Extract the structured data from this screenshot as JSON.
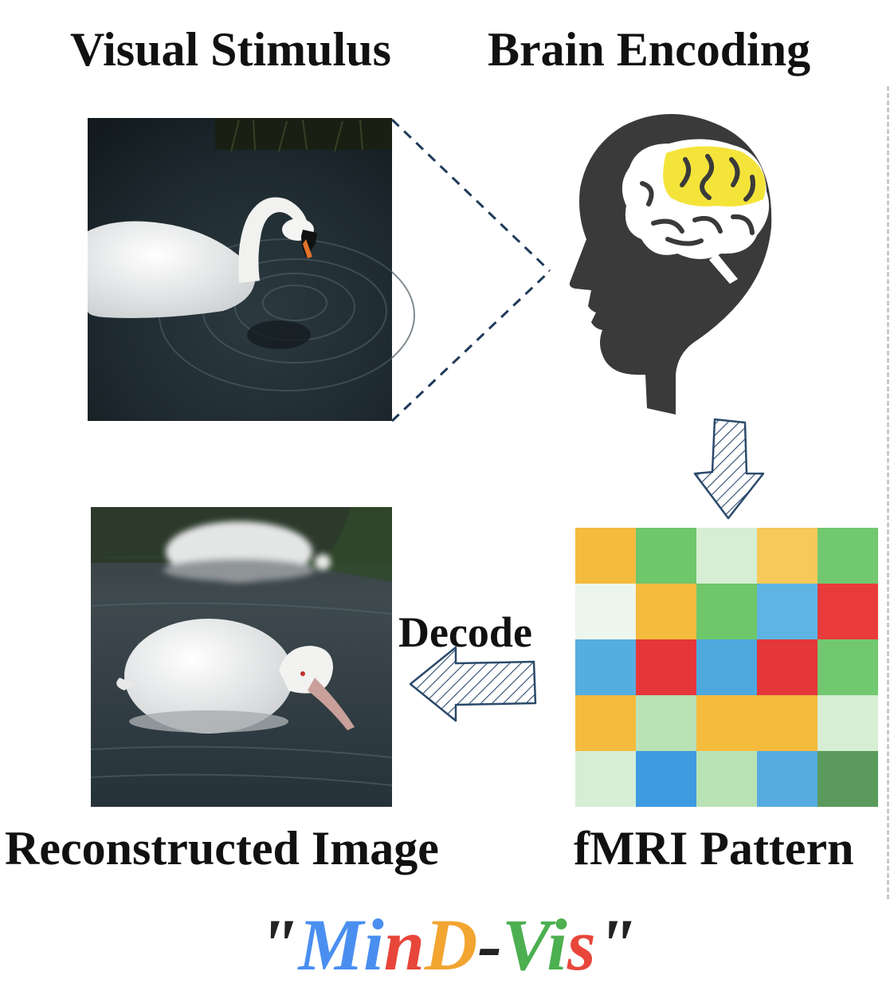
{
  "labels": {
    "visual_stimulus": "Visual Stimulus",
    "brain_encoding": "Brain Encoding",
    "reconstructed_image": "Reconstructed Image",
    "fmri_pattern": "fMRI Pattern",
    "decode": "Decode"
  },
  "title": {
    "open_quote": "\"",
    "parts": [
      {
        "text": "M",
        "color": "#4a8ff0"
      },
      {
        "text": "i",
        "color": "#4a8ff0"
      },
      {
        "text": "n",
        "color": "#e8463a"
      },
      {
        "text": "D",
        "color": "#f2a531"
      },
      {
        "text": "-",
        "color": "#222222"
      },
      {
        "text": "V",
        "color": "#4caf50"
      },
      {
        "text": "i",
        "color": "#4caf50"
      },
      {
        "text": "s",
        "color": "#e8463a"
      }
    ],
    "close_quote": "\""
  },
  "icons": {
    "head": "head-silhouette-icon",
    "brain": "brain-icon",
    "down_arrow": "hatched-down-arrow-icon",
    "left_arrow": "hatched-left-arrow-icon"
  },
  "fmri_grid": [
    [
      "#f4bb3d",
      "#6fc76c",
      "#d6eed4",
      "#f5c95a",
      "#72c871"
    ],
    [
      "#edf6ec",
      "#f4bb3d",
      "#6fc76c",
      "#5eb4e3",
      "#e93b3c"
    ],
    [
      "#55aee0",
      "#e5363a",
      "#4ea8de",
      "#e5363a",
      "#72c871"
    ],
    [
      "#f4bb3d",
      "#b9e2b5",
      "#f4bb3d",
      "#f4bb3d",
      "#d6eed4"
    ],
    [
      "#d6eed4",
      "#3e9be0",
      "#b9e2b5",
      "#56abe0",
      "#5a9a5d"
    ]
  ],
  "colors": {
    "head": "#3a3a3a",
    "brain_white": "#ffffff",
    "brain_highlight": "#f4e43a",
    "dashed_line": "#1f3a5a"
  }
}
